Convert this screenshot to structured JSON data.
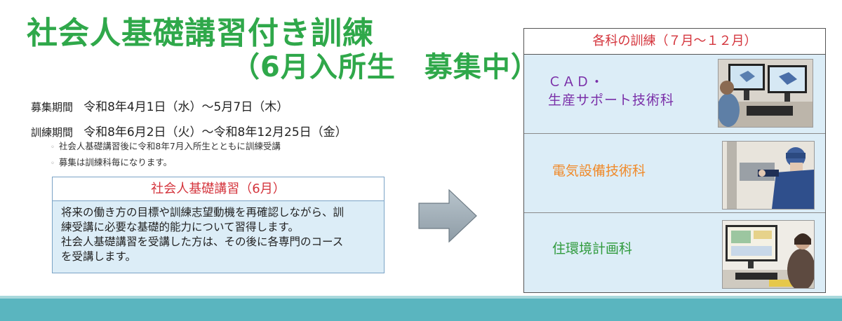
{
  "header": {
    "title_line1": "社会人基礎講習付き訓練",
    "title_line2": "（6月入所生　募集中）"
  },
  "recruitment": {
    "label": "募集期間",
    "value": "令和8年4月1日（水）～5月7日（木）"
  },
  "training": {
    "label": "訓練期間",
    "value": "令和8年6月2日（火）～令和8年12月25日（金）",
    "notes": [
      "社会人基礎講習後に令和8年7月入所生とともに訓練受講",
      "募集は訓練科毎になります。"
    ]
  },
  "basic_course": {
    "title": "社会人基礎講習（6月）",
    "lines": [
      "将来の働き方の目標や訓練志望動機を再確認しながら、訓",
      "練受講に必要な基礎的能力について習得します。",
      "社会人基礎講習を受講した方は、その後に各専門のコース",
      "を受講します。"
    ]
  },
  "courses": {
    "title": "各科の訓練（７月～１２月）",
    "items": [
      {
        "name_lines": [
          "ＣＡＤ・",
          "生産サポート技術科"
        ],
        "color": "#7a2fa8",
        "icon": "cad-workstation-photo"
      },
      {
        "name_lines": [
          "電気設備技術科"
        ],
        "color": "#f08a2a",
        "icon": "electrician-photo"
      },
      {
        "name_lines": [
          "住環境計画科"
        ],
        "color": "#2f9a3c",
        "icon": "architecture-desk-photo"
      }
    ]
  },
  "colors": {
    "title_green": "#2fa84a",
    "heading_red": "#d4343c",
    "box_fill": "#dcedf7",
    "footer_band": "#5ab5bf"
  }
}
